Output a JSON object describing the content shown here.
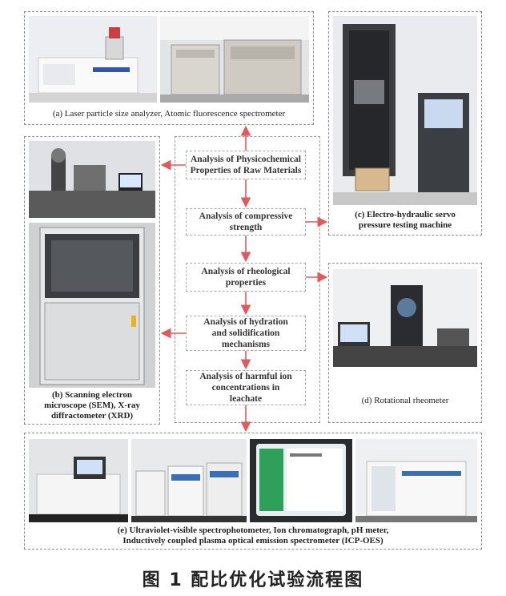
{
  "panels": {
    "a": {
      "caption": "(a)  Laser particle size analyzer,  Atomic fluorescence spectrometer"
    },
    "b": {
      "caption_lines": [
        "(b)  Scanning electron",
        "microscope (SEM),  X-ray",
        "diffractometer (XRD)"
      ]
    },
    "c_right": {
      "caption_lines": [
        "(c)  Electro-hydraulic servo",
        "pressure testing machine"
      ]
    },
    "d": {
      "caption": "(d)  Rotational rheometer"
    },
    "e": {
      "caption_lines": [
        "(e)  Ultraviolet-visible spectrophotometer,  Ion chromatograph, pH meter,",
        "Inductively coupled plasma optical emission spectrometer (ICP-OES)"
      ]
    }
  },
  "steps": [
    {
      "lines": [
        "Analysis of Physicochemical",
        "Properties of Raw Materials"
      ]
    },
    {
      "lines": [
        "Analysis of compressive",
        "strength"
      ]
    },
    {
      "lines": [
        "Analysis of rheological",
        "properties"
      ]
    },
    {
      "lines": [
        "Analysis of hydration",
        "and solidification",
        "mechanisms"
      ]
    },
    {
      "lines": [
        "Analysis of harmful ion",
        "concentrations in",
        "leachate"
      ]
    }
  ],
  "figure_title": "图 1   配比优化试验流程图",
  "colors": {
    "arrow": "#e05a5a",
    "border": "#8f8f8f"
  }
}
